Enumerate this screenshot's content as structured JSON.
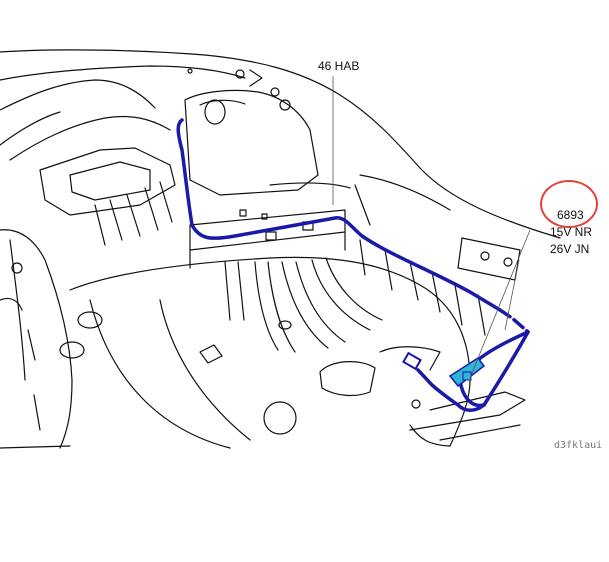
{
  "callouts": {
    "part_label": "46 HAB",
    "reference_number": "6893",
    "line_1": "15V NR",
    "line_2": "26V JN"
  },
  "image_code": "d3fklaui",
  "colors": {
    "harness": "#1a1aa8",
    "connector": "#2fb6d6",
    "outline": "#111111",
    "highlight_ring": "#e8403a"
  }
}
